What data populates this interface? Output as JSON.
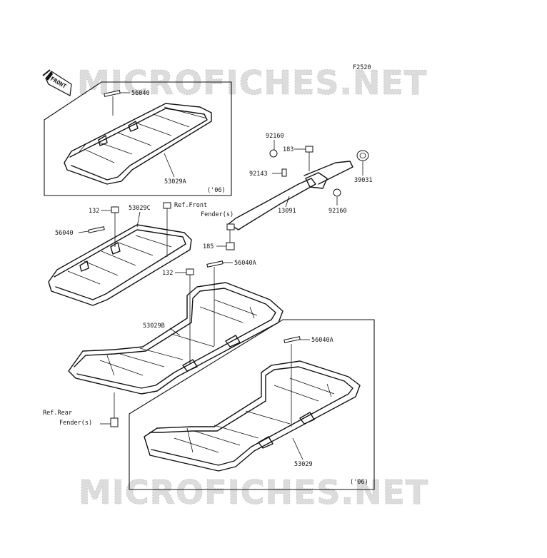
{
  "figure_code": "F2520",
  "front_indicator": "FRONT",
  "watermark": "MICROFICHES.NET",
  "labels": {
    "p56040_top": "56040",
    "p53029A": "53029A",
    "note_06_top": "('06)",
    "p132_a": "132",
    "p53029C": "53029C",
    "ref_front_1": "Ref.Front",
    "ref_front_2": "Fender(s)",
    "p56040_mid": "56040",
    "p92160_a": "92160",
    "p183": "183",
    "p92143": "92143",
    "p39031": "39031",
    "p13091": "13091",
    "p92160_b": "92160",
    "p185": "185",
    "p132_b": "132",
    "p56040A_a": "56040A",
    "p53029B": "53029B",
    "p56040A_b": "56040A",
    "ref_rear_1": "Ref.Rear",
    "ref_rear_2": "Fender(s)",
    "p53029": "53029",
    "note_06_bottom": "('06)"
  }
}
